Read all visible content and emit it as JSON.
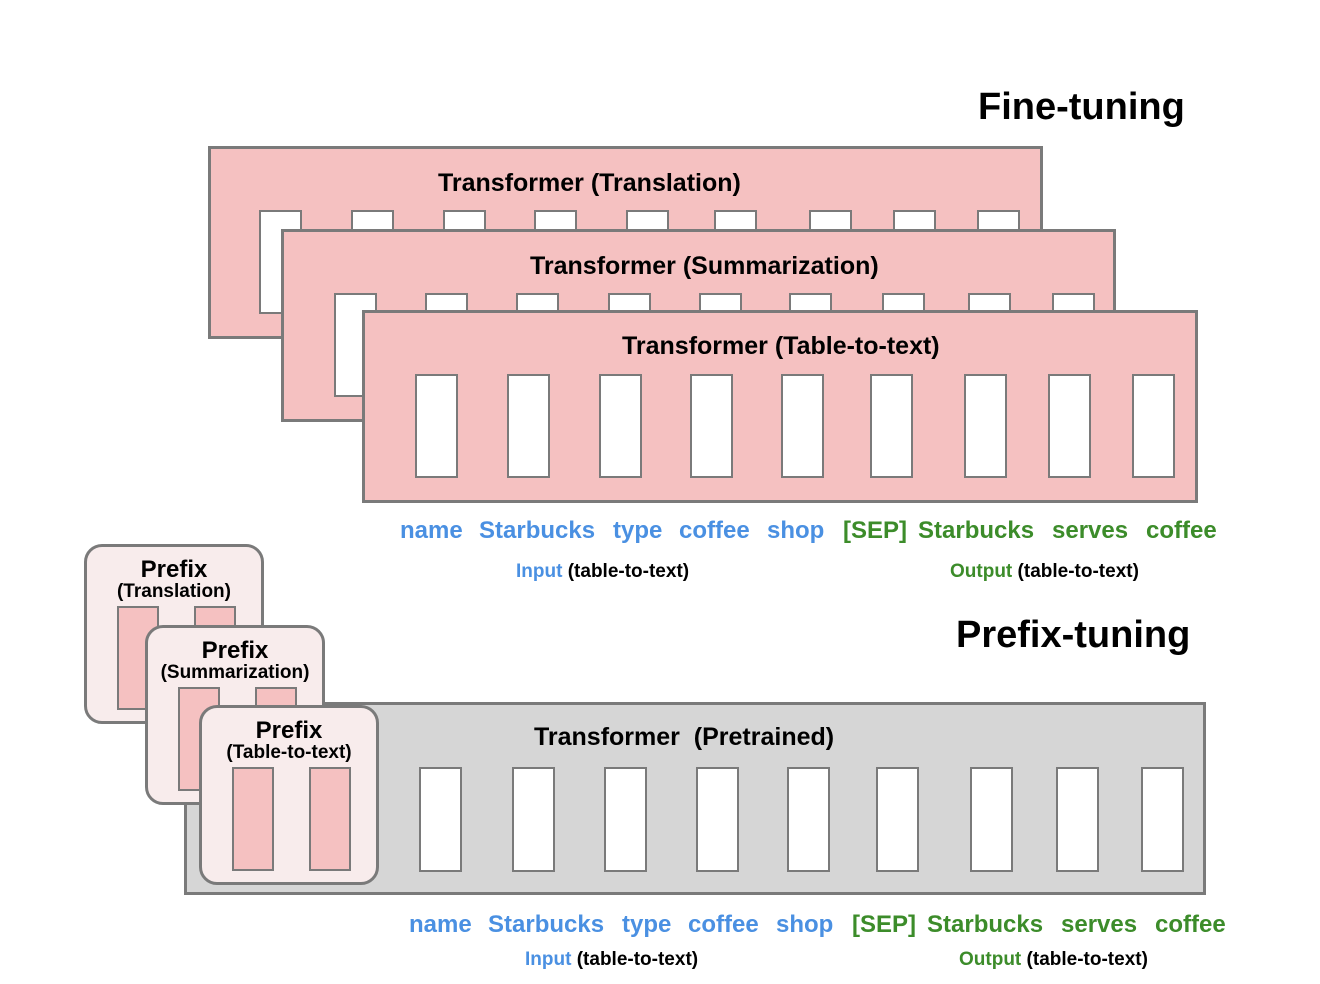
{
  "fine_tuning": {
    "title": "Fine-tuning",
    "blocks": [
      {
        "label": "Transformer (Translation)"
      },
      {
        "label": "Transformer (Summarization)"
      },
      {
        "label": "Transformer (Table-to-text)"
      }
    ],
    "tokens": {
      "input": [
        "name",
        "Starbucks",
        "type",
        "coffee",
        "shop"
      ],
      "output": [
        "[SEP]",
        "Starbucks",
        "serves",
        "coffee"
      ]
    },
    "captions": {
      "input_word": "Input",
      "input_rest": "(table-to-text)",
      "output_word": "Output",
      "output_rest": "(table-to-text)"
    }
  },
  "prefix_tuning": {
    "title": "Prefix-tuning",
    "transformer_label": "Transformer  (Pretrained)",
    "prefixes": [
      {
        "title": "Prefix",
        "task": "(Translation)"
      },
      {
        "title": "Prefix",
        "task": "(Summarization)"
      },
      {
        "title": "Prefix",
        "task": "(Table-to-text)"
      }
    ],
    "tokens": {
      "input": [
        "name",
        "Starbucks",
        "type",
        "coffee",
        "shop"
      ],
      "output": [
        "[SEP]",
        "Starbucks",
        "serves",
        "coffee"
      ]
    },
    "captions": {
      "input_word": "Input",
      "input_rest": "(table-to-text)",
      "output_word": "Output",
      "output_rest": "(table-to-text)"
    }
  },
  "colors": {
    "input_tokens": "#4a90e2",
    "output_tokens": "#3c8c2a",
    "transformer_finetune": "#f5c1c1",
    "transformer_pretrained": "#d6d6d6",
    "prefix_background": "#f8ecec"
  }
}
